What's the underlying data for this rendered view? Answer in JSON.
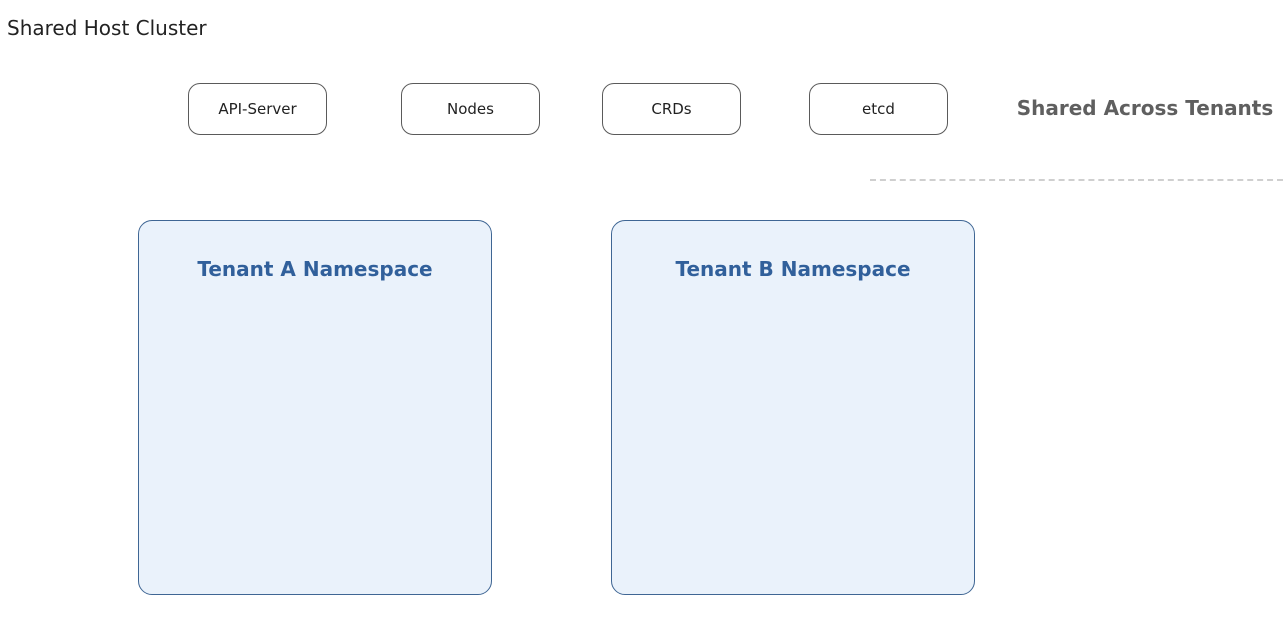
{
  "cluster": {
    "title": "Shared Host Cluster"
  },
  "shared_components": [
    {
      "label": "API-Server"
    },
    {
      "label": "Nodes"
    },
    {
      "label": "CRDs"
    },
    {
      "label": "etcd"
    }
  ],
  "shared_label": "Shared Across Tenants",
  "tenants": [
    {
      "label": "Tenant A Namespace"
    },
    {
      "label": "Tenant B Namespace"
    }
  ],
  "colors": {
    "tenant_fill": "#eaf2fb",
    "tenant_border": "#3f6694",
    "tenant_title": "#31609b",
    "component_border": "#5a5a5a",
    "shared_label": "#5f5f5f",
    "divider": "#cfcfcf"
  }
}
